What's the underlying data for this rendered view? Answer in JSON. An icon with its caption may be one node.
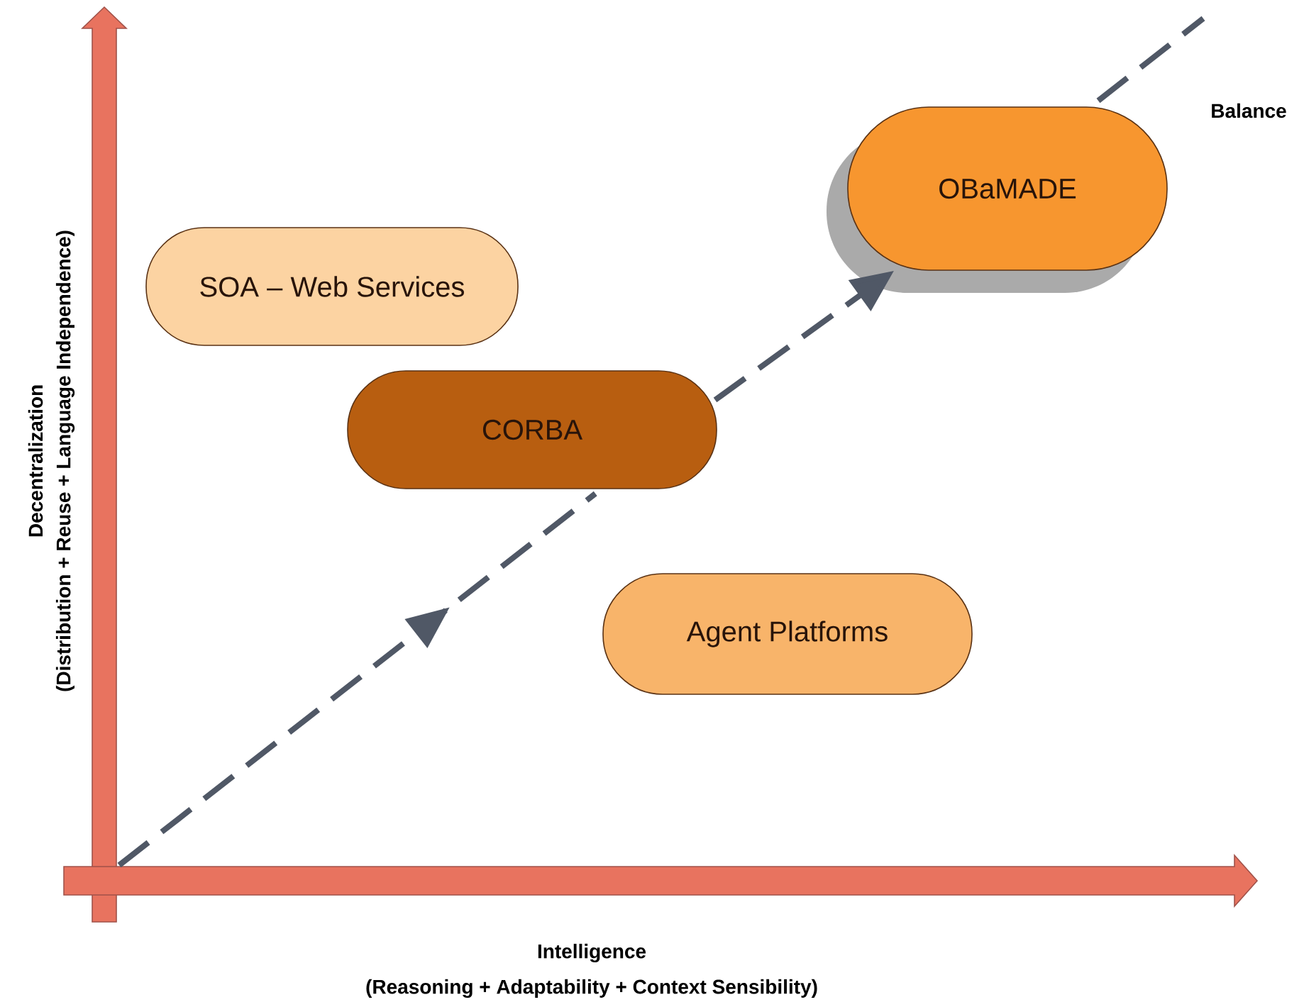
{
  "diagram": {
    "nodes": [
      {
        "text": [
          "SOA – Web Services"
        ]
      },
      {
        "text": [
          "CORBA"
        ]
      },
      {
        "text": [
          "Agent Platforms"
        ]
      },
      {
        "text": [
          "OBaMADE"
        ]
      }
    ],
    "edges": [
      {
        "from": null,
        "to": 3,
        "arrow": "to",
        "style": "dashed"
      }
    ],
    "labels": [
      "Balance",
      "Decentralization",
      "(Distribution + Reuse + Language Independence)",
      "Intelligence",
      "(Reasoning + Adaptability + Context Sensibility)"
    ]
  }
}
